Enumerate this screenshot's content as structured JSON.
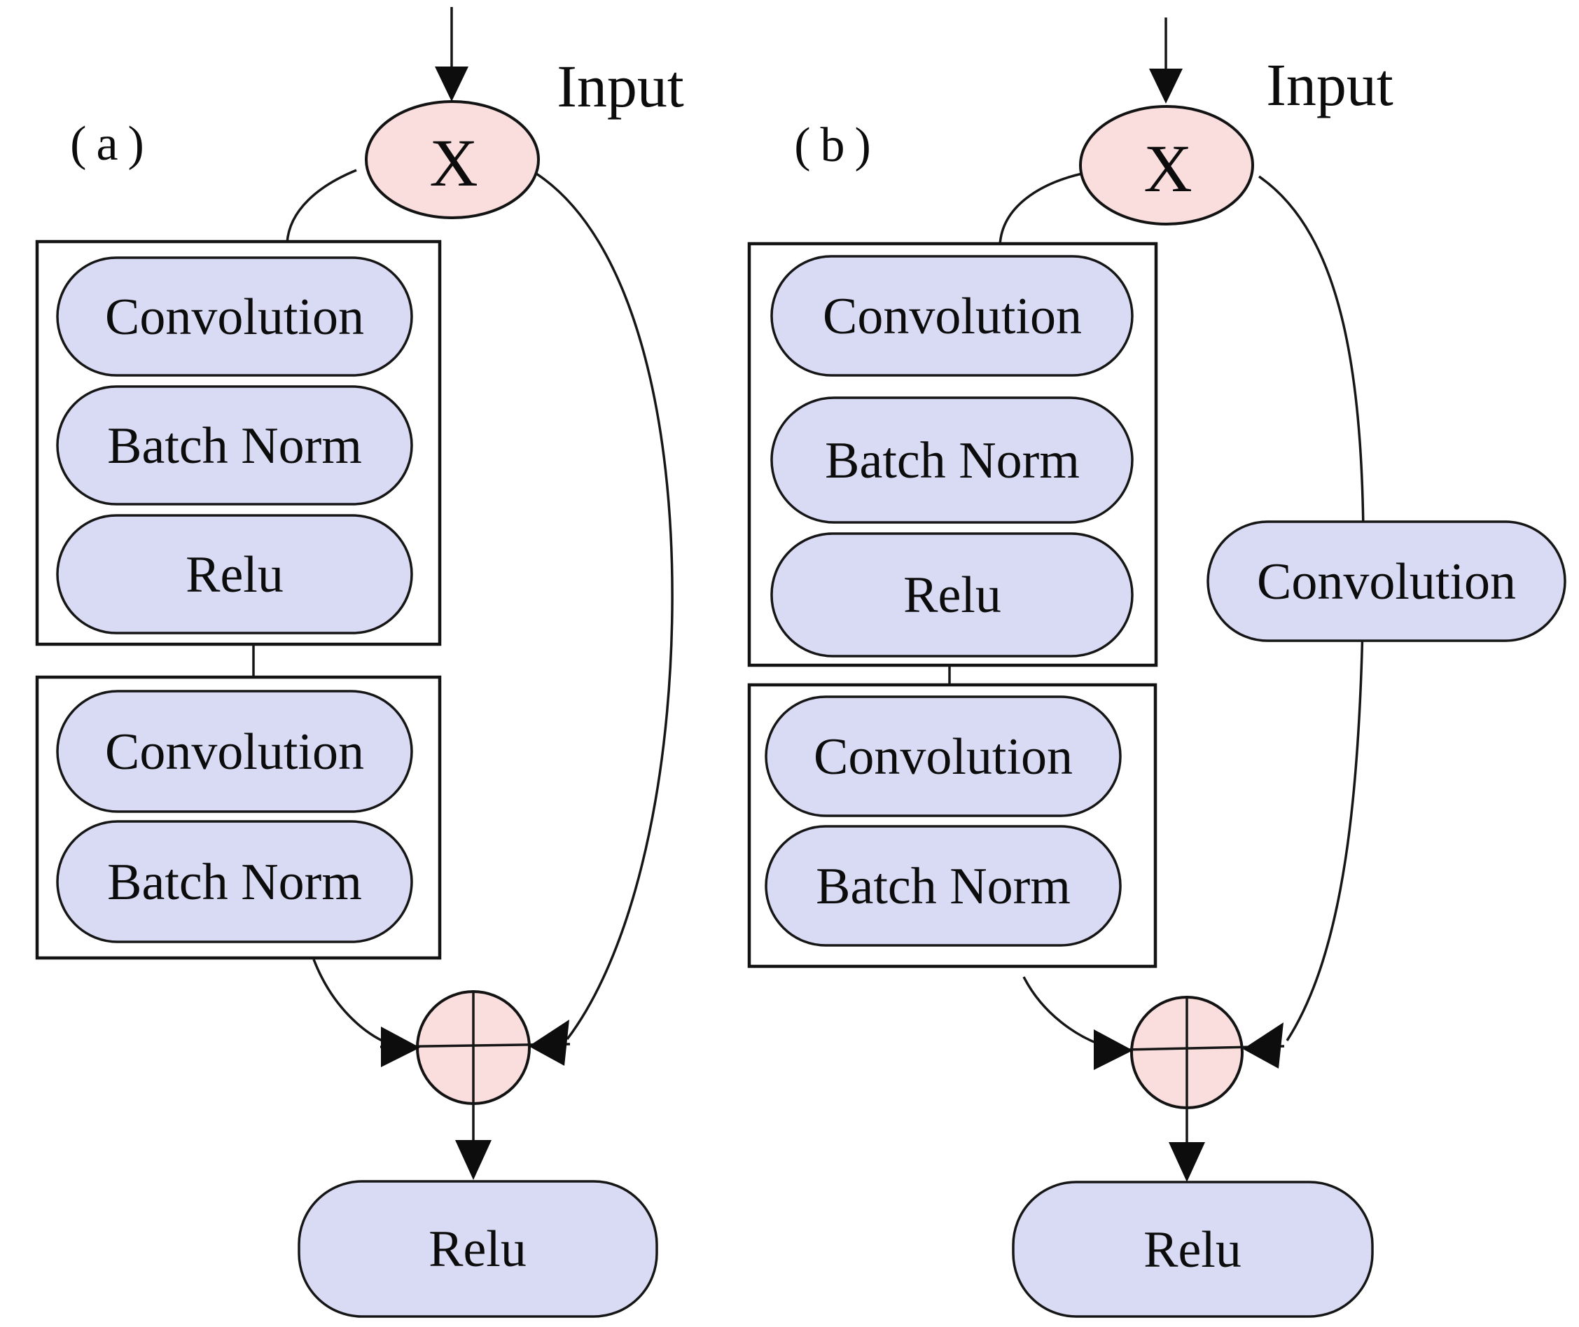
{
  "figure": {
    "colors": {
      "node_fill": "#d9dbf4",
      "operator_fill": "#fadede",
      "stroke": "#131313",
      "background": "#ffffff"
    },
    "panels": [
      {
        "label": "(a)",
        "input_label": "Input",
        "x_label": "X",
        "group1_nodes": [
          "Convolution",
          "Batch Norm",
          "Relu"
        ],
        "group2_nodes": [
          "Convolution",
          "Batch Norm"
        ],
        "output_label": "Relu"
      },
      {
        "label": "(b)",
        "input_label": "Input",
        "x_label": "X",
        "group1_nodes": [
          "Convolution",
          "Batch Norm",
          "Relu"
        ],
        "group2_nodes": [
          "Convolution",
          "Batch Norm"
        ],
        "shortcut_label": "Convolution",
        "output_label": "Relu"
      }
    ]
  }
}
